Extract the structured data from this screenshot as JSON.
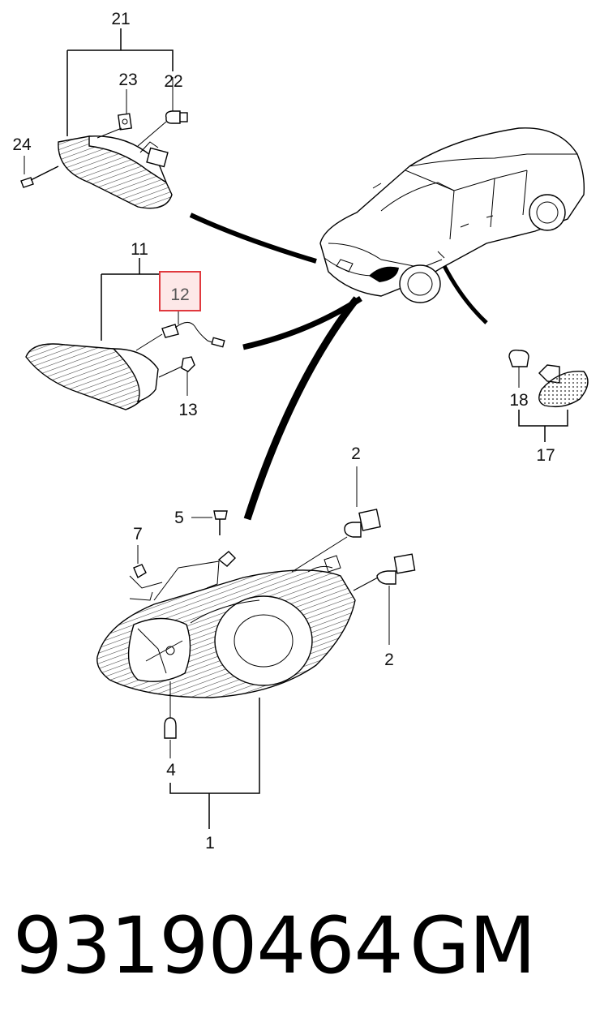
{
  "callouts": {
    "c21": "21",
    "c22": "22",
    "c23": "23",
    "c24": "24",
    "c11": "11",
    "c12": "12",
    "c13": "13",
    "c17": "17",
    "c18": "18",
    "c2a": "2",
    "c2b": "2",
    "c5": "5",
    "c7": "7",
    "c4": "4",
    "c1": "1"
  },
  "highlight": {
    "label": "12",
    "color": "#e0393e"
  },
  "footer": {
    "part_number": "93190464",
    "brand": "GM"
  }
}
